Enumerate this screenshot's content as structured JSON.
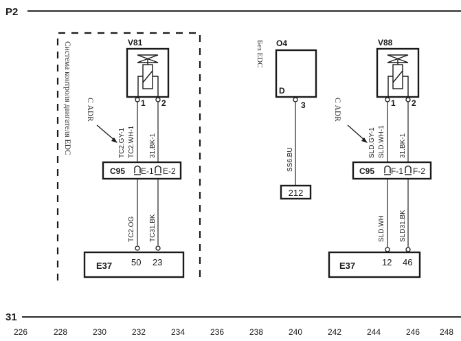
{
  "rails": {
    "top_label": "P2",
    "bottom_label": "31"
  },
  "grid_numbers": [
    "226",
    "228",
    "230",
    "232",
    "234",
    "236",
    "238",
    "240",
    "242",
    "244",
    "246",
    "248"
  ],
  "group_left": {
    "caption": "Система контроля двигателя EDC",
    "variant_note": "С ADR",
    "valve": {
      "id": "V81",
      "pins": [
        "1",
        "2"
      ]
    },
    "wires_upper": [
      "TC2.GY-1",
      "TC2.WH-1",
      "31.BK-1"
    ],
    "connector": {
      "id": "C95",
      "pins": [
        "E-1",
        "E-2"
      ]
    },
    "wires_lower": [
      "TC2.OG",
      "TC31.BK"
    ],
    "ecu": {
      "id": "E37",
      "pins": [
        "50",
        "23"
      ]
    }
  },
  "group_middle": {
    "caption": "Без EDC",
    "component": {
      "id": "O4",
      "inner_label": "D",
      "pin": "3"
    },
    "wire": "SS6.BU",
    "ref_box": "212"
  },
  "group_right": {
    "variant_note": "С ADR",
    "valve": {
      "id": "V88",
      "pins": [
        "1",
        "2"
      ]
    },
    "wires_upper": [
      "SLD.GY-1",
      "SLD.WH-1",
      "31.BK-1"
    ],
    "connector": {
      "id": "C95",
      "pins": [
        "F-1",
        "F-2"
      ]
    },
    "wires_lower": [
      "SLD.WH",
      "SLD31.BK"
    ],
    "ecu": {
      "id": "E37",
      "pins": [
        "12",
        "46"
      ]
    }
  }
}
